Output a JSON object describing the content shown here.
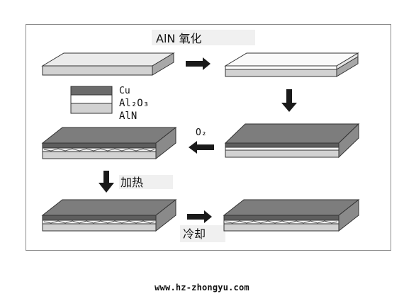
{
  "labels": {
    "step_oxidation": "AlN 氧化",
    "step_oxygen": "O₂",
    "step_heating": "加热",
    "step_cooling": "冷却"
  },
  "legend": {
    "items": [
      {
        "name": "Cu",
        "color": "#6b6b6b"
      },
      {
        "name": "Al₂O₃",
        "color": "#ffffff"
      },
      {
        "name": "AlN",
        "color": "#d2d2d2"
      }
    ]
  },
  "footer": {
    "website": "www.hz-zhongyu.com"
  },
  "colors": {
    "frame": "#888888",
    "arrow": "#1a1a1a",
    "label_bg": "#f0f0f0"
  }
}
